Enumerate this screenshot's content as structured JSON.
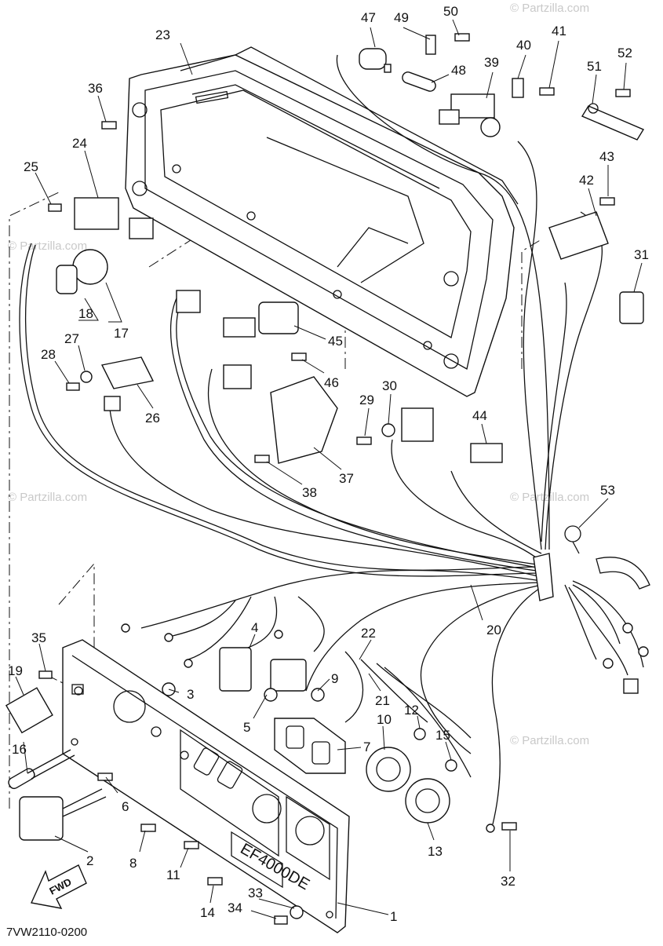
{
  "diagram": {
    "drawing_code": "7VW2110-0200",
    "watermark": "© Partzilla.com",
    "direction_arrow": "FWD",
    "panel_marking": "EF4000DE",
    "callouts": [
      "1",
      "2",
      "3",
      "4",
      "5",
      "6",
      "7",
      "8",
      "9",
      "10",
      "11",
      "12",
      "13",
      "14",
      "15",
      "16",
      "17",
      "18",
      "19",
      "20",
      "21",
      "22",
      "23",
      "24",
      "25",
      "26",
      "27",
      "28",
      "29",
      "30",
      "31",
      "32",
      "33",
      "34",
      "35",
      "36",
      "37",
      "38",
      "39",
      "40",
      "41",
      "42",
      "43",
      "44",
      "45",
      "46",
      "47",
      "48",
      "49",
      "50",
      "51",
      "52",
      "53"
    ]
  }
}
